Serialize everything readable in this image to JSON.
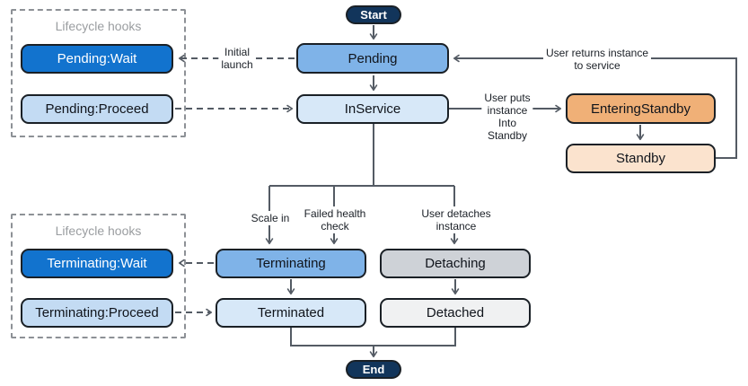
{
  "colors": {
    "accent_dark_blue": "#1273CE",
    "mid_blue": "#7FB3E8",
    "proceed_blue": "#C3DBF3",
    "light_blue": "#D7E8F8",
    "orange": "#F0B077",
    "light_orange": "#FBE3CE",
    "gray_fill": "#CED2D7",
    "light_gray_fill": "#F0F1F2",
    "navy_pill": "#12355B",
    "line": "#545B64",
    "border": "#1A2026",
    "group_border": "#8D9196",
    "group_title": "#9A9DA0"
  },
  "groups": {
    "pending_hooks": {
      "title": "Lifecycle hooks"
    },
    "terminating_hooks": {
      "title": "Lifecycle hooks"
    }
  },
  "nodes": {
    "start": {
      "label": "Start"
    },
    "pending": {
      "label": "Pending"
    },
    "in_service": {
      "label": "InService"
    },
    "pending_wait": {
      "label": "Pending:Wait"
    },
    "pending_proceed": {
      "label": "Pending:Proceed"
    },
    "entering_standby": {
      "label": "EnteringStandby"
    },
    "standby": {
      "label": "Standby"
    },
    "terminating_wait": {
      "label": "Terminating:Wait"
    },
    "terminating_proceed": {
      "label": "Terminating:Proceed"
    },
    "terminating": {
      "label": "Terminating"
    },
    "detaching": {
      "label": "Detaching"
    },
    "terminated": {
      "label": "Terminated"
    },
    "detached": {
      "label": "Detached"
    },
    "end": {
      "label": "End"
    }
  },
  "edge_labels": {
    "initial_launch": "Initial\nlaunch",
    "user_returns": "User returns instance\nto service",
    "user_puts_standby": "User puts\ninstance\nInto\nStandby",
    "scale_in": "Scale in",
    "failed_health_check": "Failed health\ncheck",
    "user_detaches": "User detaches\ninstance"
  }
}
